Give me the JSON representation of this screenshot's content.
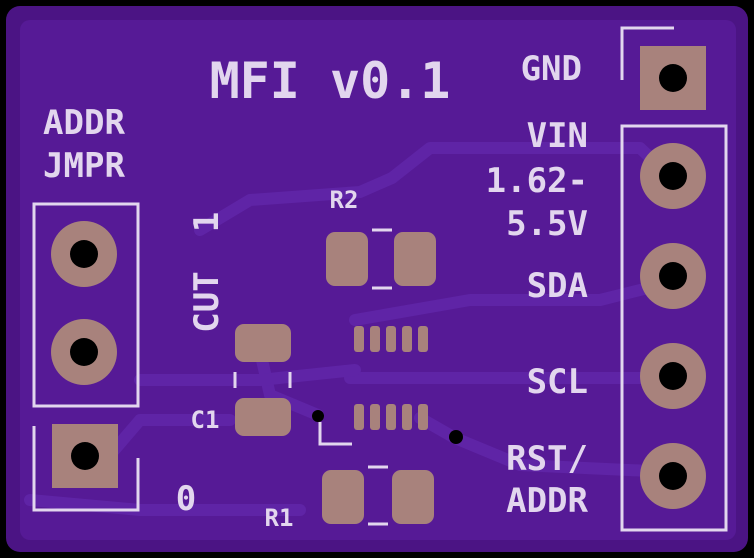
{
  "board": {
    "title": "MFI v0.1",
    "colors": {
      "substrate": "#4b1484",
      "copper_pour": "#561a96",
      "trace": "#5f24a6",
      "pad": "#a8827c",
      "silkscreen": "#e2d6ee",
      "drill": "#000000"
    }
  },
  "labels": {
    "addr_line1": "ADDR",
    "addr_line2": "JMPR",
    "gnd": "GND",
    "vin": "VIN",
    "vin_range_line1": "1.62-",
    "vin_range_line2": "5.5V",
    "sda": "SDA",
    "scl": "SCL",
    "rst_line1": "RST/",
    "rst_line2": "ADDR",
    "jumper_one": "1",
    "jumper_cut": "CUT",
    "jumper_zero": "0",
    "r1": "R1",
    "r2": "R2",
    "c1": "C1"
  }
}
